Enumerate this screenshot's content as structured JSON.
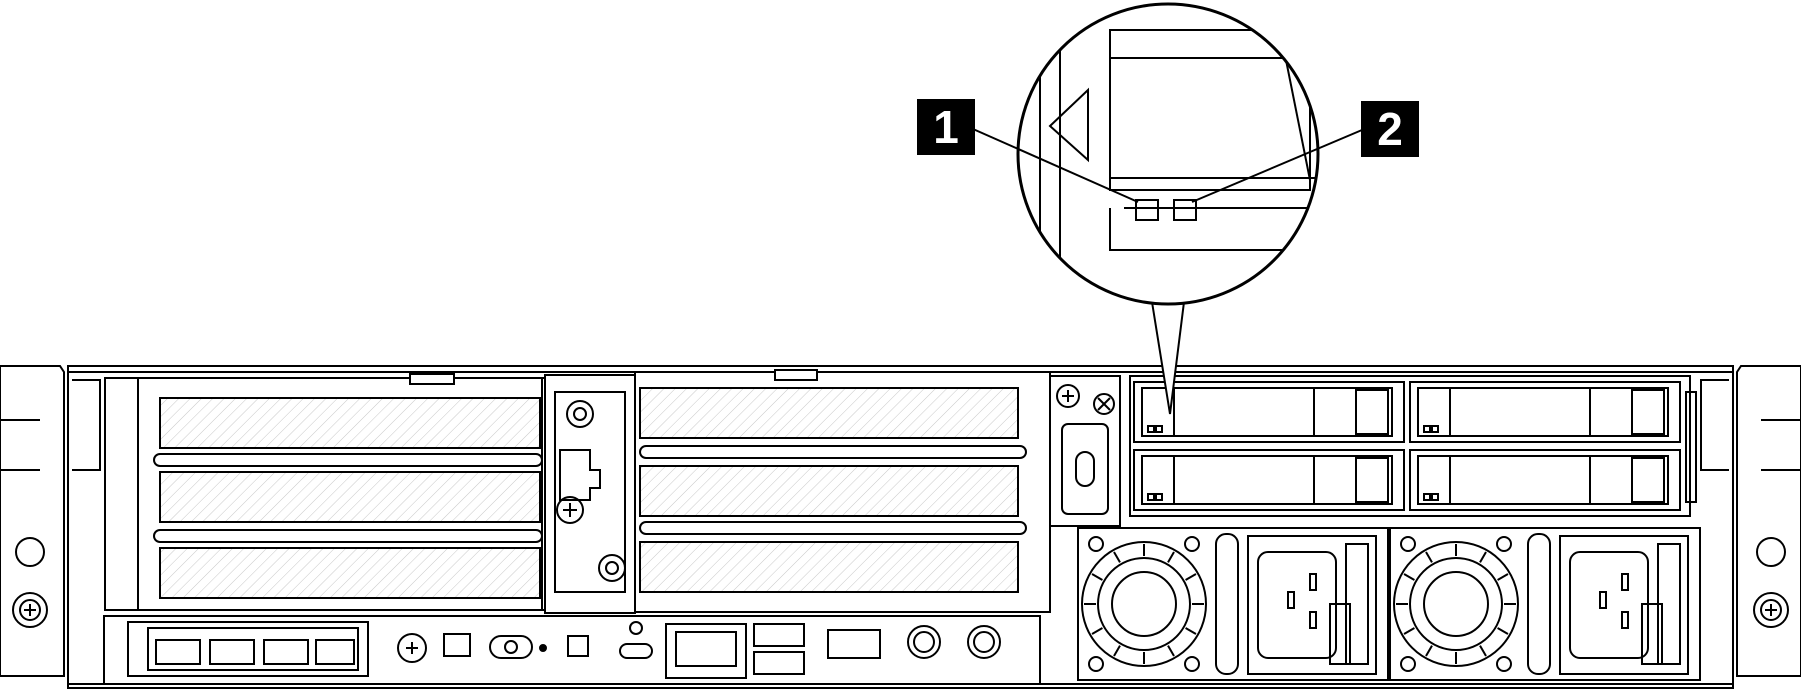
{
  "callouts": [
    {
      "id": "1",
      "label": "1",
      "meaning": ""
    },
    {
      "id": "2",
      "label": "2",
      "meaning": ""
    }
  ],
  "colors": {
    "line": "#000000",
    "hatch": "#bdbdbd",
    "background": "#ffffff",
    "callout_bg": "#000000",
    "callout_fg": "#ffffff"
  },
  "icons": [
    "power-icon",
    "id-icon",
    "usb-c-icon",
    "rj45-icon",
    "usb-a-icon",
    "thumbscrew-icon",
    "fan-grille-icon",
    "power-inlet-icon",
    "drive-bay-icon",
    "led-icon",
    "magnifier-circle"
  ]
}
